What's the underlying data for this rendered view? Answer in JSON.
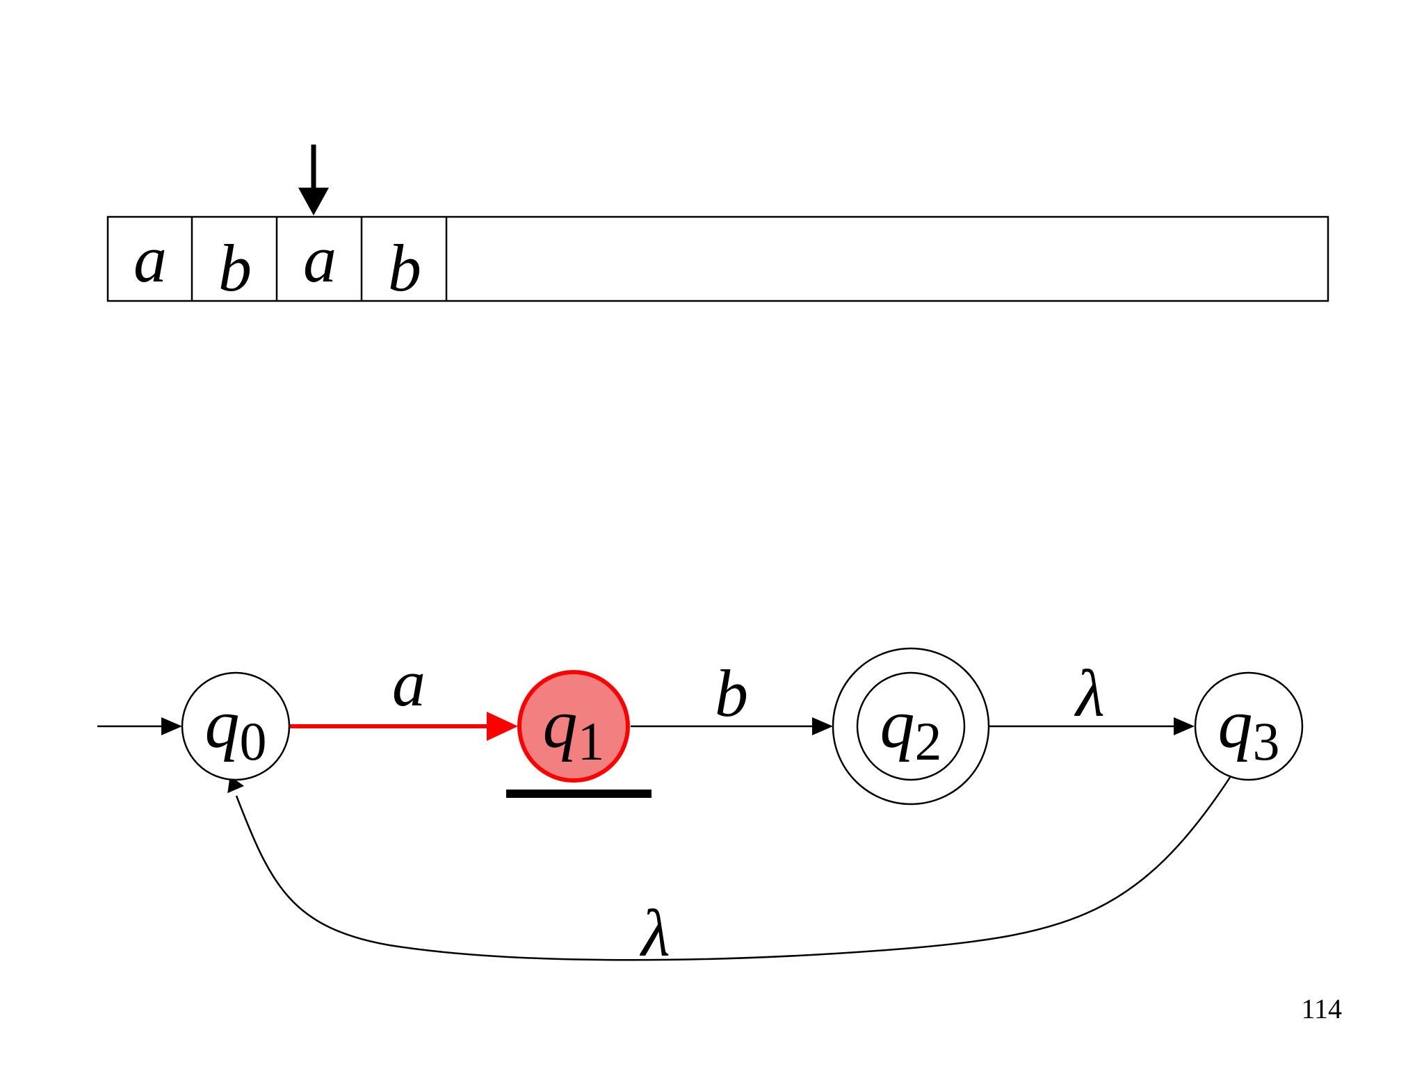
{
  "tape": {
    "cells": [
      "a",
      "b",
      "a",
      "b"
    ],
    "head_index": 2
  },
  "automaton": {
    "states": [
      {
        "id": "q0",
        "label": "q",
        "sub": "0",
        "initial": true,
        "final": false,
        "active": false
      },
      {
        "id": "q1",
        "label": "q",
        "sub": "1",
        "initial": false,
        "final": false,
        "active": true
      },
      {
        "id": "q2",
        "label": "q",
        "sub": "2",
        "initial": false,
        "final": true,
        "active": false
      },
      {
        "id": "q3",
        "label": "q",
        "sub": "3",
        "initial": false,
        "final": false,
        "active": false
      }
    ],
    "transitions": [
      {
        "from": "q0",
        "to": "q1",
        "label": "a",
        "highlighted": true
      },
      {
        "from": "q1",
        "to": "q2",
        "label": "b",
        "highlighted": false
      },
      {
        "from": "q2",
        "to": "q3",
        "label": "λ",
        "highlighted": false
      },
      {
        "from": "q3",
        "to": "q0",
        "label": "λ",
        "highlighted": false
      }
    ]
  },
  "colors": {
    "active_fill": "#f38080",
    "active_stroke": "#ff0000",
    "highlight_edge": "#ff0000",
    "default": "#000000"
  },
  "page_number": "114"
}
